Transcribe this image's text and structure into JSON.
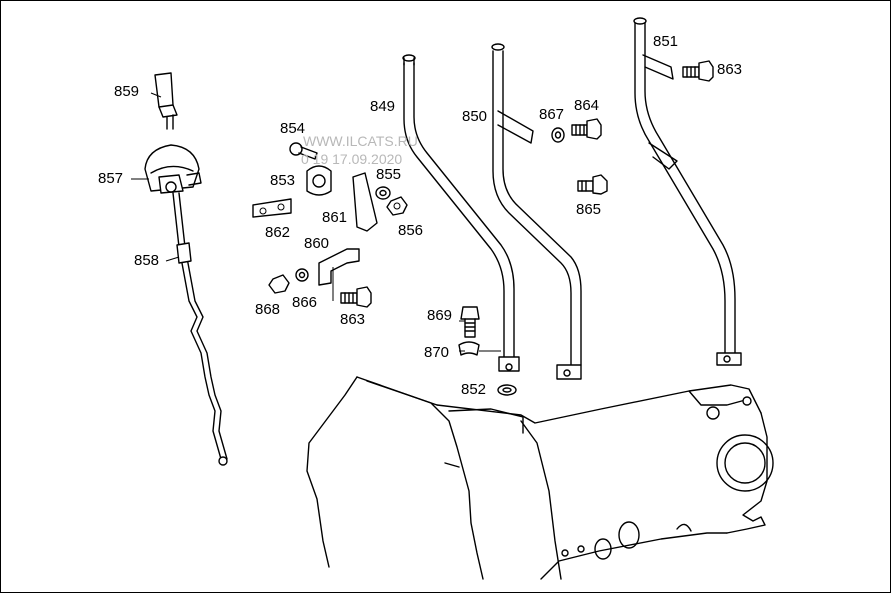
{
  "watermark": {
    "line1": "WWW.ILCATS.RU",
    "line2": "0 19 17.09.2020"
  },
  "callouts": [
    {
      "id": "849",
      "text": "849"
    },
    {
      "id": "850",
      "text": "850"
    },
    {
      "id": "851",
      "text": "851"
    },
    {
      "id": "852",
      "text": "852"
    },
    {
      "id": "853",
      "text": "853"
    },
    {
      "id": "854",
      "text": "854"
    },
    {
      "id": "855",
      "text": "855"
    },
    {
      "id": "856",
      "text": "856"
    },
    {
      "id": "857",
      "text": "857"
    },
    {
      "id": "858",
      "text": "858"
    },
    {
      "id": "859",
      "text": "859"
    },
    {
      "id": "860",
      "text": "860"
    },
    {
      "id": "861",
      "text": "861"
    },
    {
      "id": "862",
      "text": "862"
    },
    {
      "id": "863a",
      "text": "863"
    },
    {
      "id": "863b",
      "text": "863"
    },
    {
      "id": "864",
      "text": "864"
    },
    {
      "id": "865",
      "text": "865"
    },
    {
      "id": "866",
      "text": "866"
    },
    {
      "id": "867",
      "text": "867"
    },
    {
      "id": "868",
      "text": "868"
    },
    {
      "id": "869",
      "text": "869"
    },
    {
      "id": "870",
      "text": "870"
    }
  ],
  "colors": {
    "line": "#000000",
    "background": "#ffffff",
    "watermark": "#b8b8b8"
  }
}
